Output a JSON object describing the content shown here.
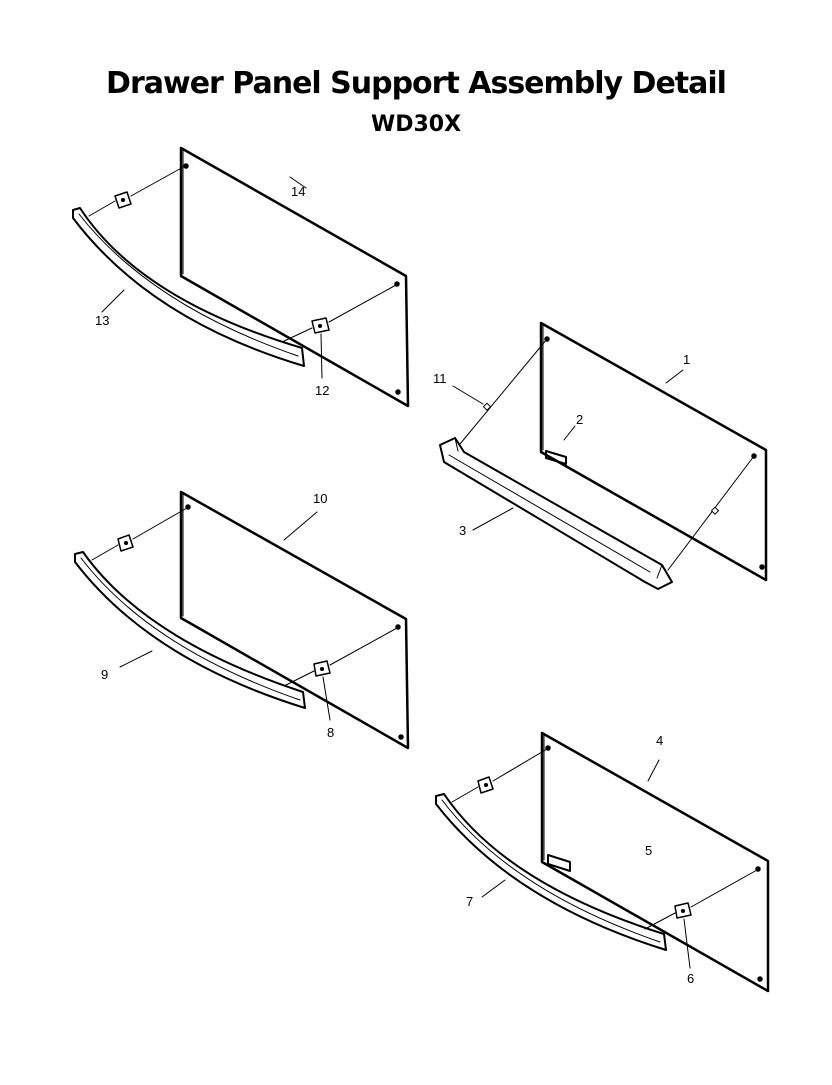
{
  "title": "Drawer Panel Support Assembly Detail",
  "model": "WD30X",
  "callouts": {
    "p1": "1",
    "p2": "2",
    "p3": "3",
    "p4": "4",
    "p5": "5",
    "p6": "6",
    "p7": "7",
    "p8": "8",
    "p9": "9",
    "p10": "10",
    "p11": "11",
    "p12": "12",
    "p13": "13",
    "p14": "14"
  }
}
